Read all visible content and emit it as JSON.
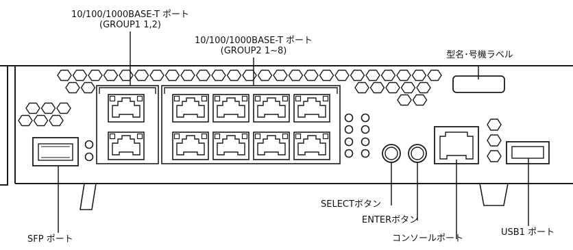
{
  "labels": {
    "group1_line1": "10/100/1000BASE-T ポート",
    "group1_line2": "(GROUP1 1,2)",
    "group2_line1": "10/100/1000BASE-T ポート",
    "group2_line2": "(GROUP2 1~8)",
    "model_label": "型名･号機ラベル",
    "select_button": "SELECTボタン",
    "enter_button": "ENTERボタン",
    "console_port": "コンソールポート",
    "usb_port": "USB1 ポート",
    "sfp_port": "SFP ポート"
  }
}
